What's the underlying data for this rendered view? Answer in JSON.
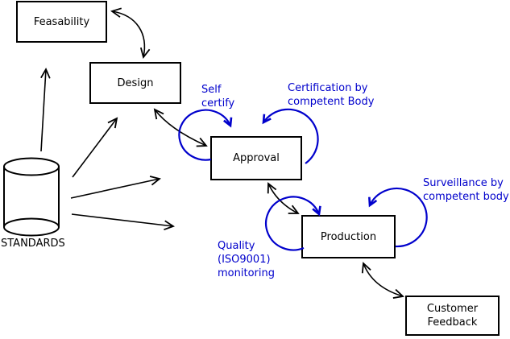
{
  "colors": {
    "line_black": "#000000",
    "annotation_blue": "#0000cc",
    "box_fill": "#ffffff"
  },
  "nodes": {
    "feasability": {
      "label": "Feasability"
    },
    "design": {
      "label": "Design"
    },
    "approval": {
      "label": "Approval"
    },
    "production": {
      "label": "Production"
    },
    "customer_feedback": {
      "label": "Customer\nFeedback"
    },
    "standards": {
      "label": "STANDARDS",
      "shape": "cylinder"
    }
  },
  "annotations": {
    "self_certify": {
      "label": "Self\ncertify",
      "target": "approval"
    },
    "certification": {
      "label": "Certification by\ncompetent Body",
      "target": "approval"
    },
    "surveillance": {
      "label": "Surveillance by\ncompetent body",
      "target": "production"
    },
    "quality": {
      "label": "Quality\n(ISO9001)\nmonitoring",
      "target": "production"
    }
  },
  "edges": [
    {
      "from": "feasability",
      "to": "design",
      "bidirectional": true
    },
    {
      "from": "design",
      "to": "approval",
      "bidirectional": true
    },
    {
      "from": "approval",
      "to": "production",
      "bidirectional": true
    },
    {
      "from": "production",
      "to": "customer_feedback",
      "bidirectional": true
    },
    {
      "from": "standards",
      "to": "feasability",
      "bidirectional": false
    },
    {
      "from": "standards",
      "to": "design",
      "bidirectional": false
    },
    {
      "from": "standards",
      "to": "approval",
      "bidirectional": false
    },
    {
      "from": "standards",
      "to": "production",
      "bidirectional": false
    }
  ]
}
